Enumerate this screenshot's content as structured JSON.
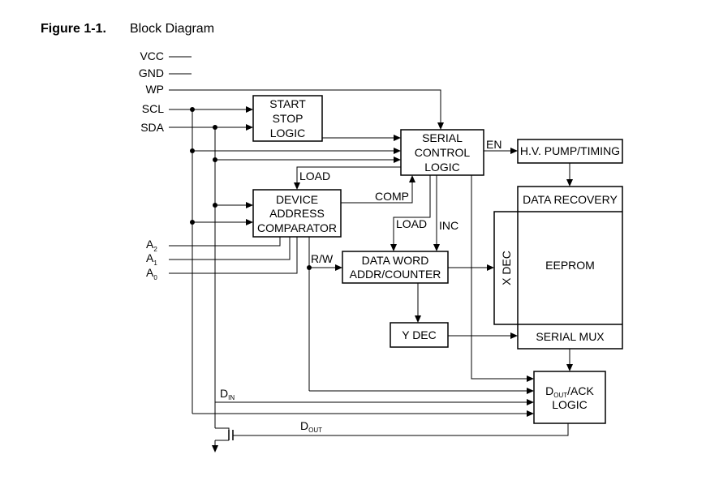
{
  "caption": {
    "number": "Figure 1-1.",
    "title": "Block Diagram"
  },
  "pins": {
    "vcc": "VCC",
    "gnd": "GND",
    "wp": "WP",
    "scl": "SCL",
    "sda": "SDA",
    "a2": "A",
    "a2_sub": "2",
    "a1": "A",
    "a1_sub": "1",
    "a0": "A",
    "a0_sub": "0"
  },
  "blocks": {
    "start_stop": [
      "START",
      "STOP",
      "LOGIC"
    ],
    "serial_control": [
      "SERIAL",
      "CONTROL",
      "LOGIC"
    ],
    "hv_pump": "H.V. PUMP/TIMING",
    "device_address": [
      "DEVICE",
      "ADDRESS",
      "COMPARATOR"
    ],
    "data_word": [
      "DATA WORD",
      "ADDR/COUNTER"
    ],
    "data_recovery": "DATA RECOVERY",
    "eeprom": "EEPROM",
    "x_dec": "X DEC",
    "y_dec": "Y DEC",
    "serial_mux": "SERIAL MUX",
    "dout_ack": {
      "d": "D",
      "sub": "OUT",
      "rest": "/ACK",
      "line2": "LOGIC"
    }
  },
  "signals": {
    "en": "EN",
    "load1": "LOAD",
    "comp": "COMP",
    "load2": "LOAD",
    "inc": "INC",
    "rw": "R/W",
    "din": {
      "d": "D",
      "sub": "IN"
    },
    "dout": {
      "d": "D",
      "sub": "OUT"
    }
  }
}
